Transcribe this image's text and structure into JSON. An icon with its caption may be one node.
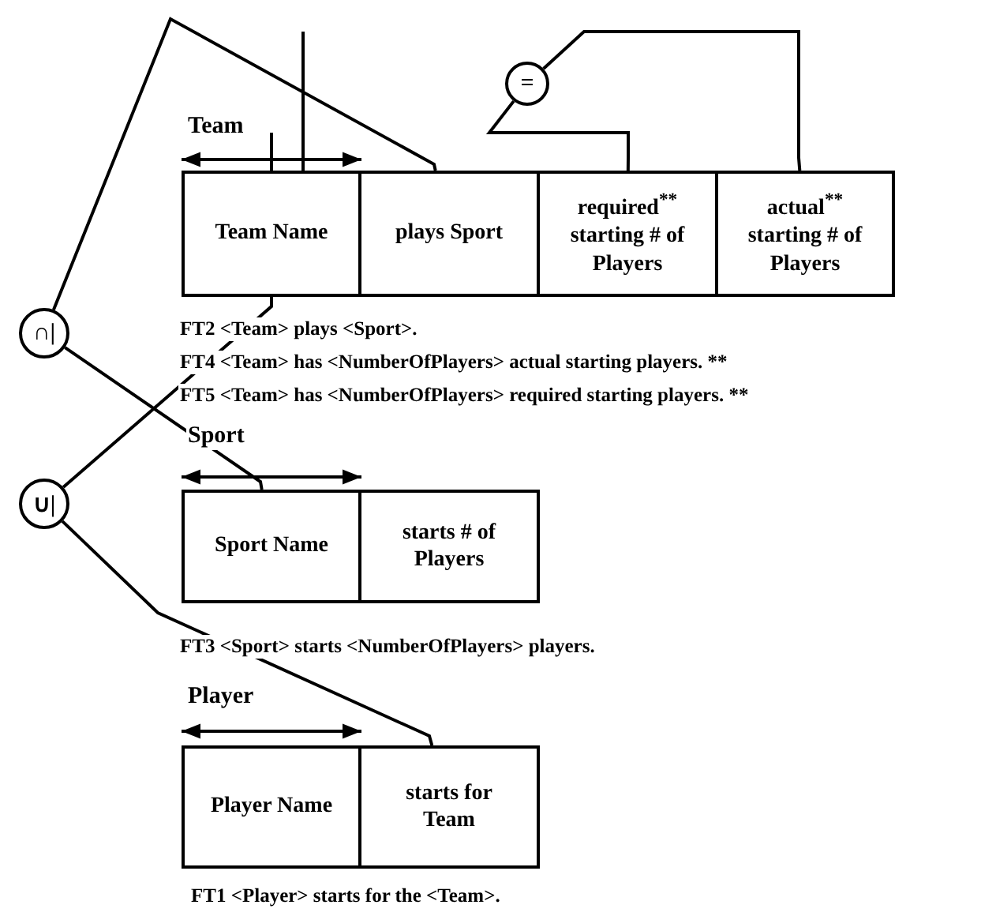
{
  "diagram": {
    "nodes": [
      {
        "text": [
          "Team Name"
        ]
      },
      {
        "text": [
          "plays Sport"
        ]
      },
      {
        "text": [
          "required$^{**}$ starting # of Players"
        ]
      },
      {
        "text": [
          "actual$^{**}$ starting # of Players"
        ]
      },
      {
        "text": [
          "Sport Name"
        ]
      },
      {
        "text": [
          "starts # of Players"
        ]
      },
      {
        "text": [
          "Player Name"
        ]
      },
      {
        "text": [
          "starts for Team"
        ]
      },
      {
        "text": [
          "="
        ]
      },
      {
        "text": [
          "∩|"
        ]
      },
      {
        "text": [
          "∪|"
        ]
      }
    ],
    "edges": [
      {
        "from": 8,
        "to": 2,
        "arrow": "none"
      },
      {
        "from": 8,
        "to": 3,
        "arrow": "none"
      },
      {
        "from": 9,
        "to": 1,
        "arrow": "none"
      },
      {
        "from": 9,
        "to": 4,
        "arrow": "none"
      },
      {
        "from": 10,
        "to": 0,
        "arrow": "none"
      },
      {
        "from": 10,
        "to": 7,
        "arrow": "none"
      }
    ],
    "labels": [
      "Team",
      "FT2 <Team> plays <Sport>.",
      "FT4 <Team> has <NumberOfPlayers> actual starting players. **",
      "FT5 <Team> has <NumberOfPlayers> required starting players. **",
      "Sport",
      "FT3 <Sport> starts <NumberOfPlayers> players.",
      "Player",
      "FT1 <Player> starts for the <Team>."
    ]
  }
}
